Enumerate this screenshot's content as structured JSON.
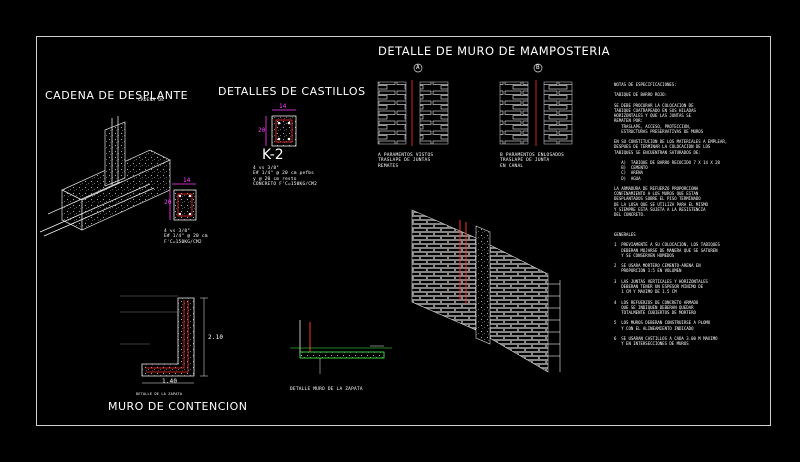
{
  "titles": {
    "cadena": "CADENA DE DESPLANTE",
    "castillos": "DETALLES DE CASTILLOS",
    "muro": "DETALLE  DE  MURO DE MAMPOSTERIA",
    "contencion": "MURO DE CONTENCION"
  },
  "castillo": {
    "dim_top": "14",
    "dim_side": "20",
    "name": "K-2",
    "spec_lines": [
      "4 vs 3/8\"",
      "E# 1/4\" @ 20 cm pefbs",
      "y @ 20 cm resto",
      "CONCRETO F'C=150KG/CM2"
    ]
  },
  "cadena": {
    "dim_top": "14",
    "dim_side": "20",
    "spec_lines": [
      "4 vs 3/8\"",
      "E# 1/4\" @ 20 cm",
      "F'C=150KG/CM2"
    ]
  },
  "muro_detalle": {
    "label_a": "A",
    "label_b": "B",
    "caption_a": [
      "A    PARAMENTOS VISTOS",
      "     TRASLAPE DE JUNTAS",
      "     REMATES"
    ],
    "caption_b": [
      "B    PARAMENTOS ENLOSADOS",
      "     TRASLAPE DE JUNTA",
      "     EN CANAL"
    ]
  },
  "contencion": {
    "dim_height": "2.10",
    "dim_base": "1.40"
  },
  "notes": {
    "block1": "NOTAS DE ESPECIFICACIONES:\n\nTABIQUE DE BARRO ROJO:\n\nSE DEBE PROCURAR LA COLOCACION DE\nTABIQUE CUATRAPEADO EN SUS HILADAS\nHORIZONTALES Y QUE LAS JUNTAS SE\nREMATEN POR:\n   TRASLAPE, ACCESO, PROTECCION,\n   ESTRUCTURAS PRESERVATIVAS DE MUROS\n\nEN SU CONSTITUCION DE LOS MATERIALES A EMPLEAR,\nDESPUES DE TERMINAR LA COLOCACION DE LOS\nTABIQUES SE ENCUENTRAN SATURADOS DE:\n\n   A)  TABIQUE DE BARRO RECOCIDO 7 X 14 X 28\n   B)  CEMENTO\n   C)  ARENA\n   D)  AGUA\n\nLA ARMADURA DE REFUERZO PROPORCIONA\nCONFINAMIENTO A LOS MUROS QUE ESTAN\nDESPLANTADOS SOBRE EL PISO TERMINADO\nDE LA LOSA QUE SE UTILIZA PARA EL MISMO\nY SIEMPRE ESTA SUJETA A LA RESISTENCIA\nDEL CONCRETO.",
    "block2": "GENERALES\n\n1  PREVIAMENTE A SU COLOCACION, LOS TABIQUES\n   DEBERAN MOJARSE DE MANERA QUE SE SATUREN\n   Y SE CONSERVEN HUMEDOS\n\n2  SE USARA MORTERO CEMENTO-ARENA EN\n   PROPORCION 1:5 EN VOLUMEN\n\n3  LAS JUNTAS VERTICALES Y HORIZONTALES\n   DEBERAN TENER UN ESPESOR MINIMO DE\n   1 CM Y MAXIMO DE 1.5 CM\n\n4  LOS REFUERZOS DE CONCRETO ARMADO\n   QUE SE INDIQUEN DEBERAN QUEDAR\n   TOTALMENTE CUBIERTOS DE MORTERO\n\n5  LOS MUROS DEBERAN CONSTRUIRSE A PLOMO\n   Y CON EL ALINEAMIENTO INDICADO\n\n6  SE USARAN CASTILLOS A CADA 3.00 M MAXIMO\n   Y EN INTERSECCIONES DE MUROS"
  },
  "misc": {
    "cad_sub": "CADENA DE",
    "detalle_label": "DETALLE DE LA ZAPATA",
    "zapata_label": "DETALLE MURO DE LA ZAPATA"
  }
}
